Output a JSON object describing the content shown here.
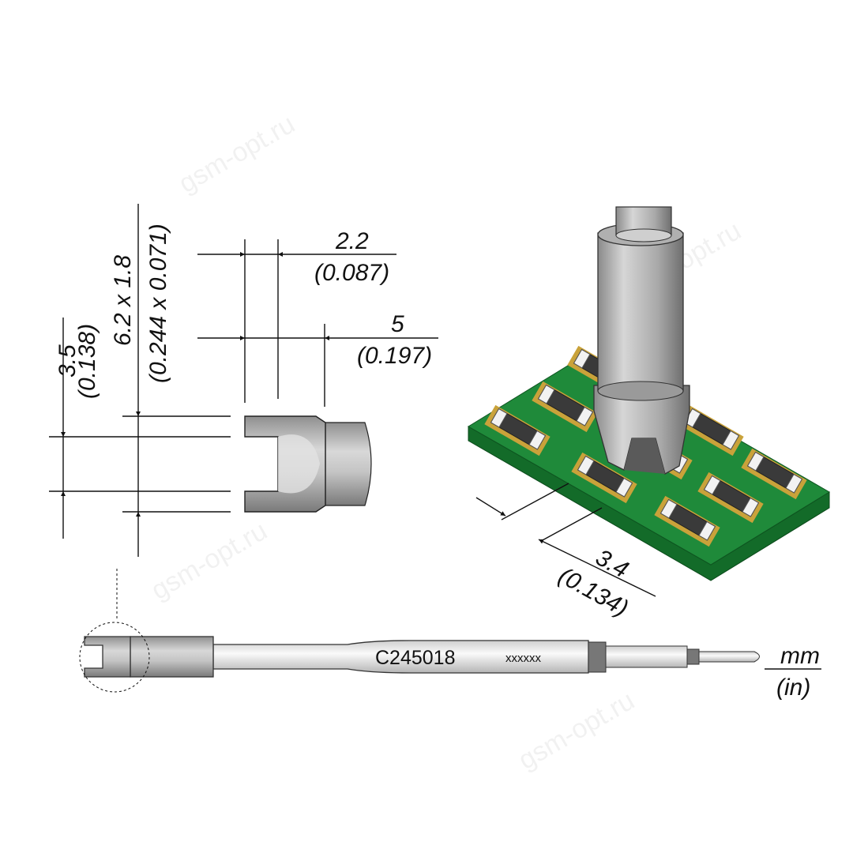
{
  "dimensions": {
    "slot_width": {
      "mm": "2.2",
      "in": "(0.087)"
    },
    "depth": {
      "mm": "5",
      "in": "(0.197)"
    },
    "inner_height": {
      "mm": "3.5",
      "in": "(0.138)"
    },
    "outer_size": {
      "mm": "6.2 x 1.8",
      "in": "(0.244 x 0.071)"
    },
    "component_pitch": {
      "mm": "3.4",
      "in": "(0.134)"
    }
  },
  "tool": {
    "part_number": "C245018",
    "serial": "xxxxxx"
  },
  "units": {
    "primary": "mm",
    "secondary": "(in)"
  },
  "watermark": "gsm-opt.ru",
  "colors": {
    "pcb": "#1f8a3a",
    "pad": "#c9a23a",
    "metal": "#b8b8b8"
  }
}
